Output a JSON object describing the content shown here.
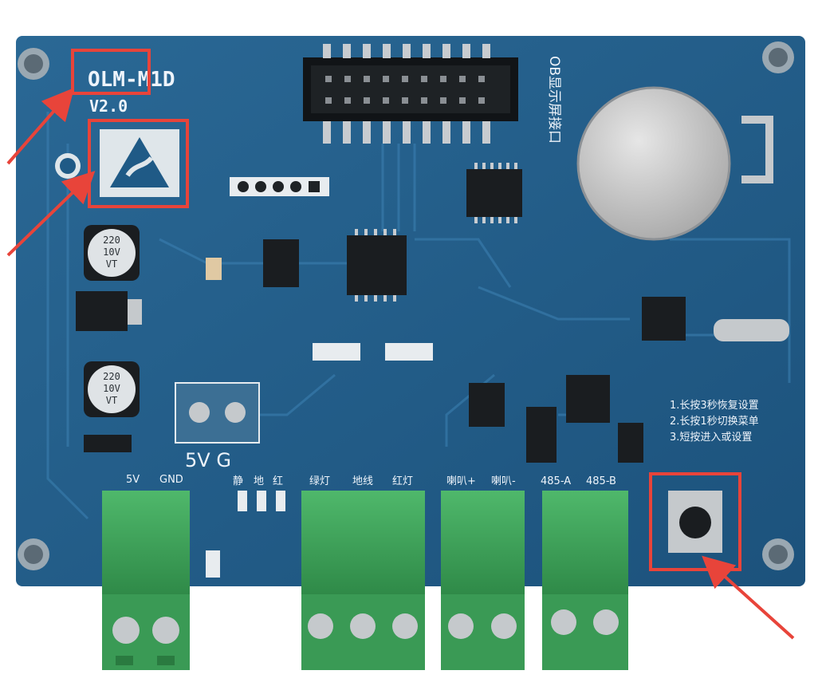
{
  "board": {
    "model": "OLM-M1D",
    "version": "V2.0",
    "display_port_label": "OB显示屏接口",
    "power_label": "5V  G",
    "connector_labels": {
      "power": [
        "5V",
        "GND"
      ],
      "lights_left": [
        "静",
        "地",
        "红"
      ],
      "lights_right": [
        "绿灯",
        "地线",
        "红灯"
      ],
      "horn": [
        "喇叭+",
        "喇叭-"
      ],
      "rs485": [
        "485-A",
        "485-B"
      ]
    },
    "instructions": [
      "1.长按3秒恢复设置",
      "2.长按1秒切换菜单",
      "3.短按进入或设置"
    ],
    "capacitor_marking": [
      "220",
      "10V",
      "VT"
    ]
  },
  "colors": {
    "pcb": "#1f5a86",
    "highlight": "#e8443a",
    "terminal": "#3fa45b"
  }
}
